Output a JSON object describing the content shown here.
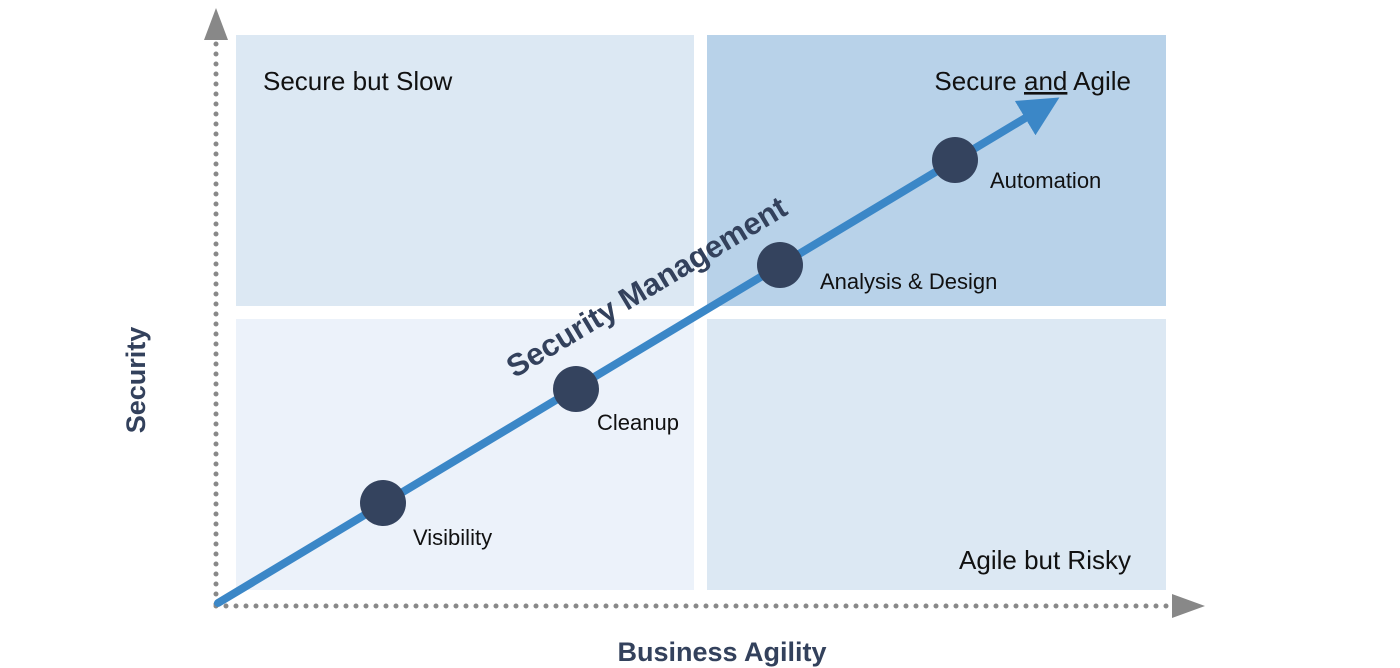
{
  "quadrants": {
    "top_left": {
      "label": "Secure but Slow",
      "color": "#dce8f3"
    },
    "top_right": {
      "label_pre": "Secure ",
      "label_em": "and",
      "label_post": " Agile",
      "color": "#b8d2e9"
    },
    "bottom_left": {
      "color": "#ecf2fa"
    },
    "bottom_right": {
      "label": "Agile but Risky",
      "color": "#dce8f3"
    }
  },
  "axes": {
    "x_label": "Business Agility",
    "y_label": "Security",
    "color": "#888888"
  },
  "path": {
    "label": "Security Management",
    "color": "#3b87c7"
  },
  "milestones": [
    {
      "label": "Visibility"
    },
    {
      "label": "Cleanup"
    },
    {
      "label": "Analysis & Design"
    },
    {
      "label": "Automation"
    }
  ],
  "milestone_color": "#34435e"
}
